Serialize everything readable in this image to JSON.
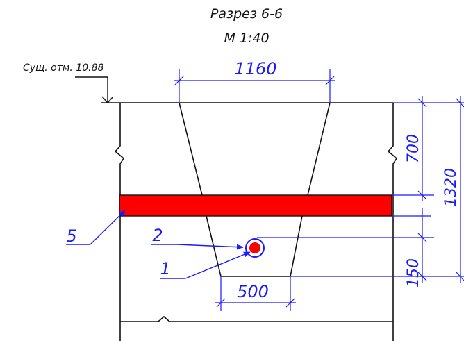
{
  "title": {
    "line1": "Разрез 6-6",
    "line2": "М 1:40"
  },
  "elevation": {
    "label": "Сущ. отм. 10.88"
  },
  "dimensions": {
    "top_width": "1160",
    "bottom_width": "500",
    "depth_upper": "700",
    "depth_total": "1320",
    "bottom_layer": "150"
  },
  "callouts": {
    "item5": "5",
    "item2": "2",
    "item1": "1"
  },
  "colors": {
    "ink": "#111111",
    "dimension": "#1a1aff",
    "slab": "#ff0000"
  }
}
